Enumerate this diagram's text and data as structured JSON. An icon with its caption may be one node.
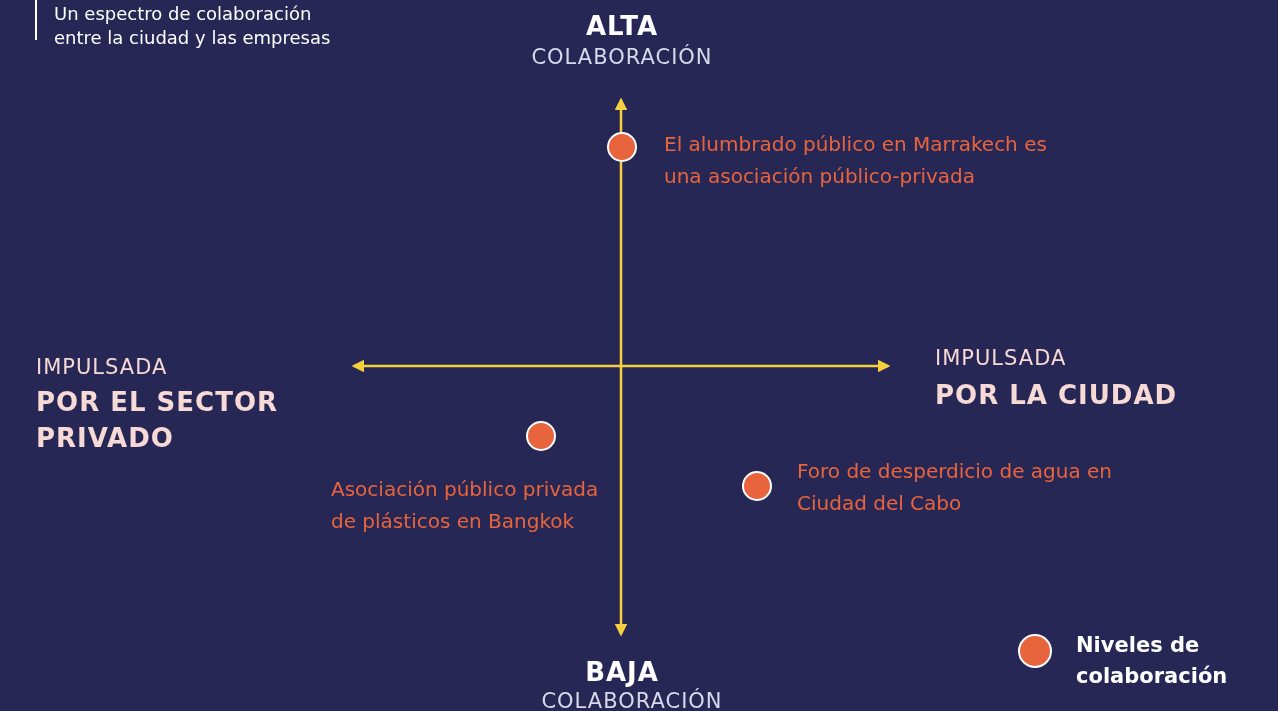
{
  "diagram": {
    "title": "Un espectro de colaboración entre la ciudad y las empresas",
    "nodes": [
      {
        "text": [],
        "shape": "circle",
        "beside": [
          "El alumbrado público en Marrakech es una asociación público-privada"
        ]
      },
      {
        "text": [],
        "shape": "circle",
        "beside": [
          "Asociación público privada de plásticos en Bangkok"
        ]
      },
      {
        "text": [],
        "shape": "circle",
        "beside": [
          "Foro de desperdicio de agua en Ciudad del Cabo"
        ]
      }
    ],
    "labels": [
      "ALTA",
      "COLABORACIÓN",
      "IMPULSADA",
      "POR EL SECTOR PRIVADO",
      "IMPULSADA",
      "POR LA CIUDAD",
      "BAJA",
      "COLABORACIÓN"
    ],
    "legend": [
      {
        "text": "Niveles de colaboración",
        "color": "#e8643c"
      }
    ]
  }
}
